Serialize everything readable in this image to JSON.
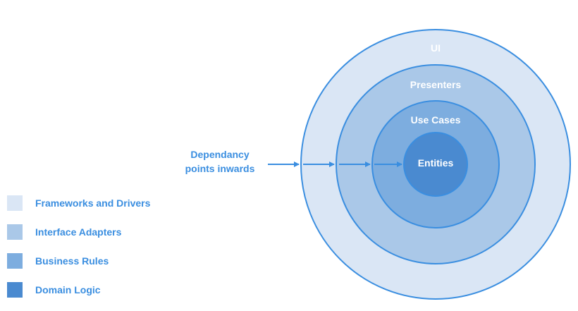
{
  "rings": [
    {
      "label": "UI",
      "fill": "#dae6f5"
    },
    {
      "label": "Presenters",
      "fill": "#aac8e8"
    },
    {
      "label": "Use Cases",
      "fill": "#7daddf"
    },
    {
      "label": "Entities",
      "fill": "#4a8ad0"
    }
  ],
  "stroke_color": "#3a8ee0",
  "note": {
    "line1": "Dependancy",
    "line2": "points inwards"
  },
  "legend": [
    {
      "label": "Frameworks and Drivers",
      "color": "#dae6f5"
    },
    {
      "label": "Interface Adapters",
      "color": "#aac8e8"
    },
    {
      "label": "Business Rules",
      "color": "#7daddf"
    },
    {
      "label": "Domain Logic",
      "color": "#4a8ad0"
    }
  ]
}
